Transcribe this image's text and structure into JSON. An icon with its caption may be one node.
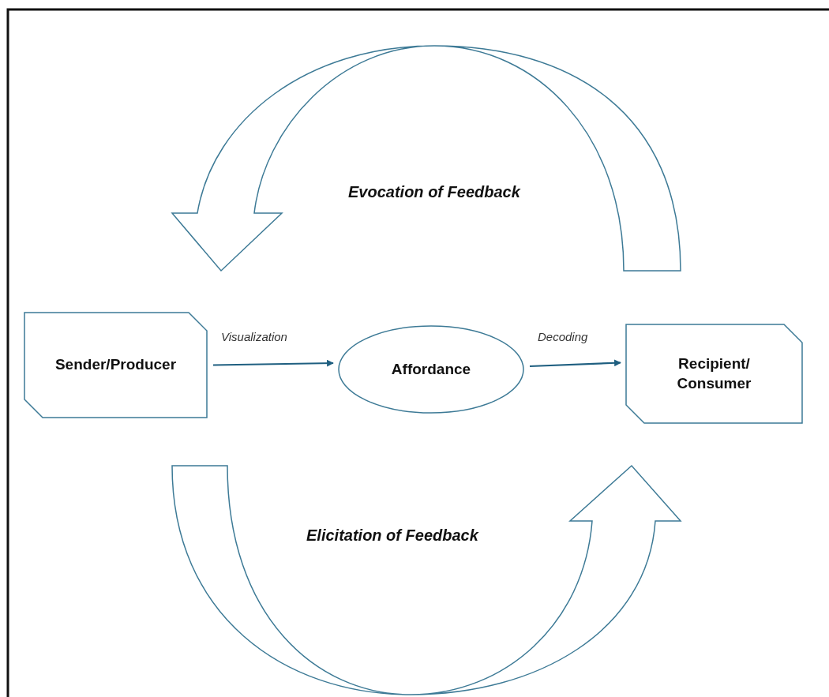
{
  "diagram": {
    "nodes": [
      {
        "text": [
          "Sender/Producer"
        ]
      },
      {
        "text": [
          "Affordance"
        ]
      },
      {
        "text": [
          "Recipient/ Consumer"
        ]
      }
    ],
    "edges": [
      {
        "from": 0,
        "to": 1,
        "arrow": "to",
        "label": "Visualization"
      },
      {
        "from": 1,
        "to": 2,
        "arrow": "to",
        "label": "Decoding"
      },
      {
        "from": 2,
        "to": 0,
        "arrow": "to",
        "label": "Evocation of Feedback",
        "style": "thick"
      },
      {
        "from": 0,
        "to": 2,
        "arrow": "to",
        "label": "Elicitation of Feedback",
        "style": "thick"
      }
    ]
  }
}
